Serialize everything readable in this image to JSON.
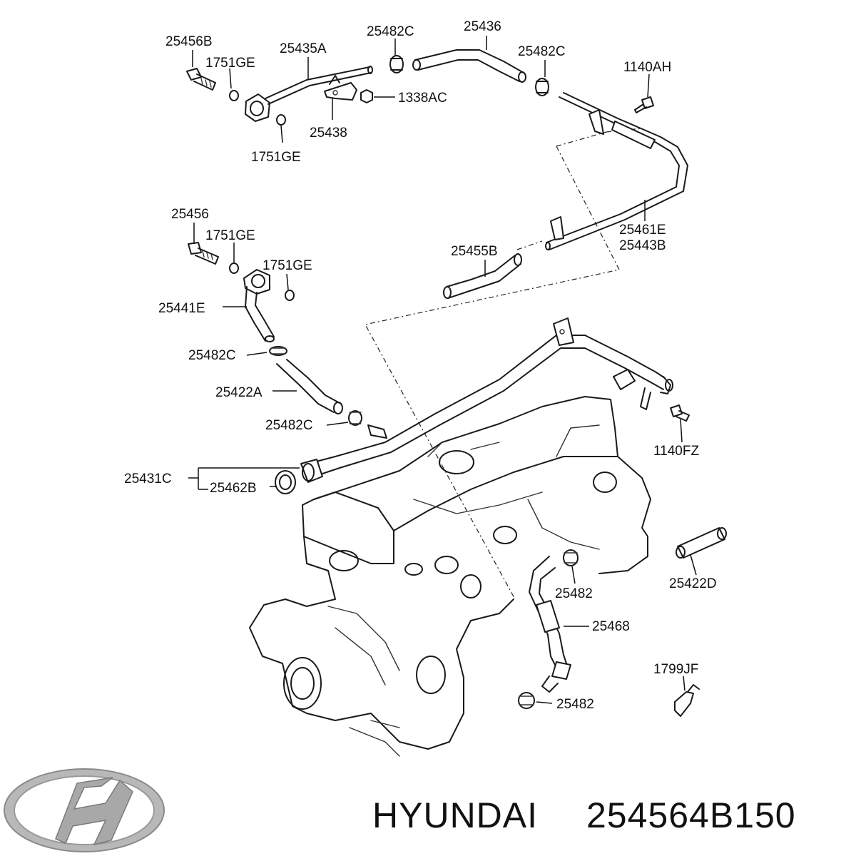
{
  "callouts": [
    {
      "id": "c1",
      "text": "25456B"
    },
    {
      "id": "c2",
      "text": "1751GE"
    },
    {
      "id": "c3",
      "text": "25435A"
    },
    {
      "id": "c4",
      "text": "25482C"
    },
    {
      "id": "c5",
      "text": "25436"
    },
    {
      "id": "c6",
      "text": "25482C"
    },
    {
      "id": "c7",
      "text": "1140AH"
    },
    {
      "id": "c8",
      "text": "1338AC"
    },
    {
      "id": "c9",
      "text": "25438"
    },
    {
      "id": "c10",
      "text": "1751GE"
    },
    {
      "id": "c11",
      "text": "25456"
    },
    {
      "id": "c12",
      "text": "1751GE"
    },
    {
      "id": "c13",
      "text": "1751GE"
    },
    {
      "id": "c14",
      "text": "25441E"
    },
    {
      "id": "c15",
      "text": "25455B"
    },
    {
      "id": "c16",
      "text": "25461E"
    },
    {
      "id": "c17",
      "text": "25443B"
    },
    {
      "id": "c18",
      "text": "25482C"
    },
    {
      "id": "c19",
      "text": "25422A"
    },
    {
      "id": "c20",
      "text": "25482C"
    },
    {
      "id": "c21",
      "text": "1140FZ"
    },
    {
      "id": "c22",
      "text": "25431C"
    },
    {
      "id": "c23",
      "text": "25462B"
    },
    {
      "id": "c24",
      "text": "25482"
    },
    {
      "id": "c25",
      "text": "25422D"
    },
    {
      "id": "c26",
      "text": "25468"
    },
    {
      "id": "c27",
      "text": "1799JF"
    },
    {
      "id": "c28",
      "text": "25482"
    }
  ],
  "brand": {
    "name": "HYUNDAI",
    "part_number": "254564B150",
    "logo_icon": "hyundai-logo-icon",
    "text_color": "#111111"
  },
  "colors": {
    "line": "#1a1a1a",
    "background": "#ffffff"
  }
}
